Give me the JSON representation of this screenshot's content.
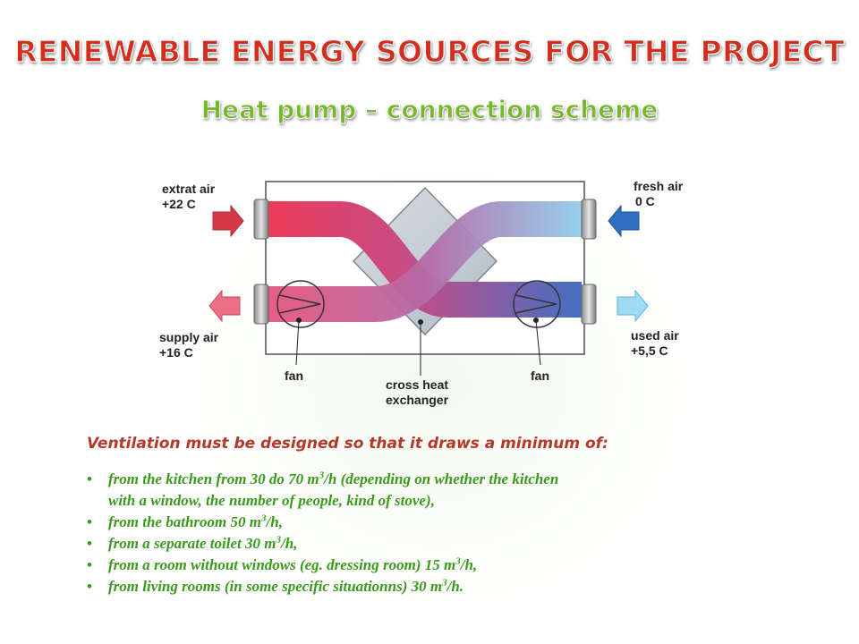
{
  "title": "RENEWABLE ENERGY SOURCES FOR THE PROJECT",
  "subtitle": "Heat pump – connection scheme",
  "diagram": {
    "extract_label": "extrat air",
    "extract_temp": "+22  C",
    "fresh_label": "fresh air",
    "fresh_temp": "0  C",
    "supply_label": "supply air",
    "supply_temp": "+16  C",
    "used_label": "used air",
    "used_temp": "+5,5  C",
    "fan_left": "fan",
    "fan_right": "fan",
    "exchanger_line1": "cross heat",
    "exchanger_line2": "exchanger"
  },
  "heading": "Ventilation must be designed so that it draws a minimum of:",
  "bullet_char": "•",
  "unit_base": "m",
  "unit_exp": "3",
  "requirements": [
    {
      "before": "from the kitchen from 30 do 70 ",
      "after": "/h (depending on whether the kitchen",
      "continuation": "with a window, the number of people, kind of stove),"
    },
    {
      "before": "from the bathroom 50 ",
      "after": "/h,",
      "continuation": ""
    },
    {
      "before": "from a separate toilet 30 ",
      "after": "/h,",
      "continuation": ""
    },
    {
      "before": "from a room without windows (eg. dressing room) 15 ",
      "after": "/h,",
      "continuation": ""
    },
    {
      "before": "from living rooms (in some specific situationns) 30 ",
      "after": "/h.",
      "continuation": ""
    }
  ],
  "colors": {
    "title": "#d32f1f",
    "subtitle": "#76b82a",
    "heading": "#b5382b",
    "list": "#3a9a1c",
    "warm": "#e8384f",
    "cold": "#2f6fc4",
    "used": "#8fd2ef"
  }
}
